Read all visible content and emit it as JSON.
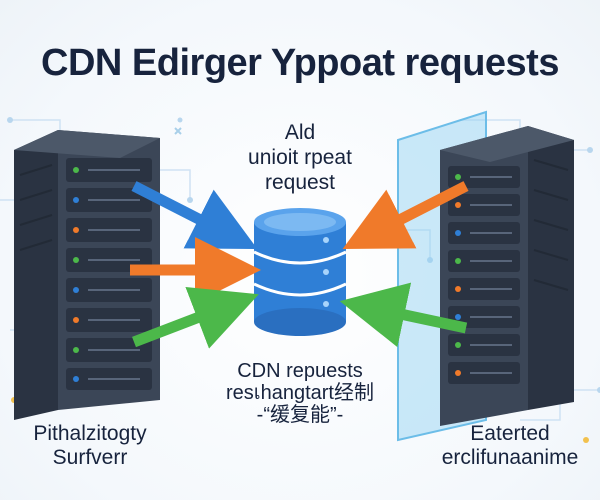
{
  "title": "CDN Edirger Yppoat requests",
  "center_top_label": {
    "lines": [
      "Ald",
      "unioit rpeat",
      "request"
    ]
  },
  "center_bottom_label": {
    "lines": [
      "CDN repuests",
      "resเhangtart经制",
      "-“缓复能”-"
    ]
  },
  "left_server": {
    "lines": [
      "Pithalzitogty",
      "Surfverr"
    ]
  },
  "right_server": {
    "lines": [
      "Eaterted",
      "erclifunaanime"
    ]
  },
  "colors": {
    "title": "#17233d",
    "server_body": "#3b4657",
    "server_dark": "#2a3342",
    "database": "#2f7fd6",
    "arrow_blue": "#2f7fd6",
    "arrow_orange": "#f07a2a",
    "arrow_green": "#4cb84a",
    "glass": "#8fd0f2"
  },
  "icons": {
    "left": "server-rack-icon",
    "center": "database-cache-icon",
    "right": "server-rack-icon"
  }
}
